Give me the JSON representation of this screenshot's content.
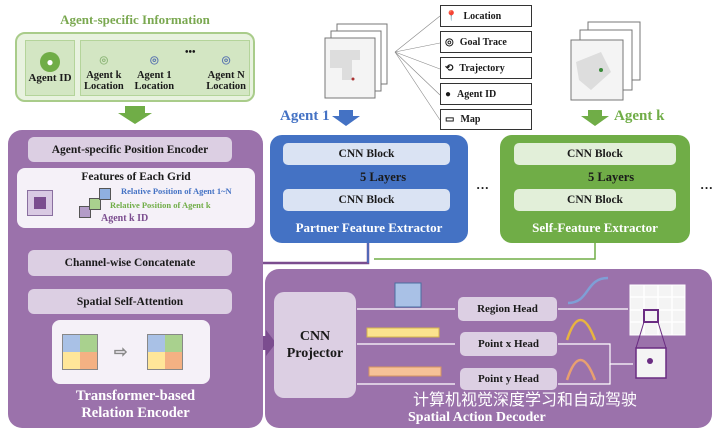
{
  "agent_info": {
    "title": "Agent-specific Information",
    "agent_id": "Agent ID",
    "loc_k": [
      "Agent k",
      "Location"
    ],
    "loc_1": [
      "Agent 1",
      "Location"
    ],
    "loc_n": [
      "Agent N",
      "Location"
    ],
    "ellipsis": "•••"
  },
  "encoder": {
    "position_encoder": "Agent-specific Position Encoder",
    "features_title": "Features of Each Grid",
    "rel_pos_all": "Relative Position of Agent 1~N",
    "rel_pos_k": "Relative Position  of Agent k",
    "agent_k_id": "Agent k ID",
    "concat": "Channel-wise Concatenate",
    "self_attention": "Spatial Self-Attention",
    "title_line1": "Transformer-based",
    "title_line2": "Relation Encoder"
  },
  "legend": [
    "Location",
    "Goal Trace",
    "Trajectory",
    "Agent ID",
    "Map"
  ],
  "partner": {
    "agent_label": "Agent 1",
    "block1": "CNN Block",
    "layers": "5 Layers",
    "block2": "CNN Block",
    "title": "Partner Feature Extractor"
  },
  "self": {
    "agent_label": "Agent k",
    "block1": "CNN Block",
    "layers": "5 Layers",
    "block2": "CNN Block",
    "title": "Self-Feature Extractor"
  },
  "ellipsis": "···",
  "decoder": {
    "projector_line1": "CNN",
    "projector_line2": "Projector",
    "region_head": "Region Head",
    "point_x_head": "Point x Head",
    "point_y_head": "Point y Head",
    "title": "Spatial Action Decoder"
  },
  "watermark": "计算机视觉深度学习和自动驾驶",
  "colors": {
    "green": "#70ad47",
    "blue": "#4472c4",
    "purple": "#9b72ab",
    "light_purple": "#dccfe3"
  }
}
